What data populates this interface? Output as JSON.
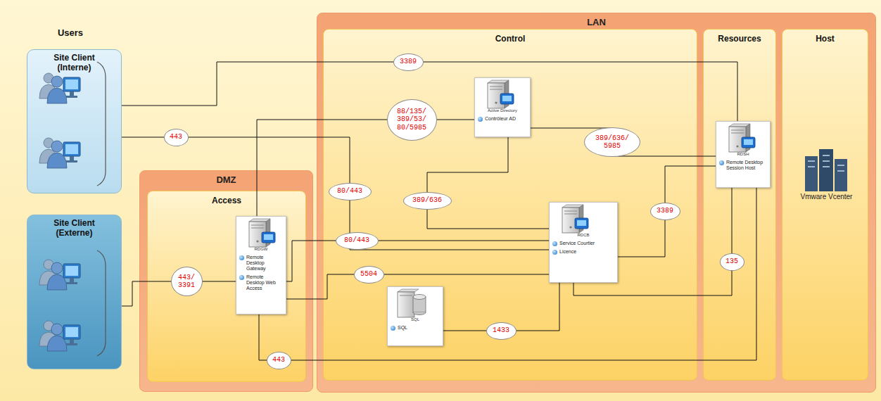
{
  "diagram": {
    "nodes": [
      {
        "text": [
          "Site Client (Interne)"
        ]
      },
      {
        "text": [
          "Site Client (Externe)"
        ]
      },
      {
        "text": [
          "DMZ"
        ]
      },
      {
        "text": [
          "Access"
        ],
        "in": 2
      },
      {
        "text": [
          "RDGW",
          "Remote Desktop Gateway",
          "Remote Desktop Web Access"
        ],
        "in": 3
      },
      {
        "text": [
          "LAN"
        ]
      },
      {
        "text": [
          "Control"
        ],
        "in": 5
      },
      {
        "text": [
          "Active Directory",
          "Contrôleur AD"
        ],
        "in": 6
      },
      {
        "text": [
          "RDCB",
          "Service Courtier",
          "Licence"
        ],
        "in": 6
      },
      {
        "text": [
          "SQL",
          "SQL"
        ],
        "in": 6
      },
      {
        "text": [
          "Resources"
        ],
        "in": 5
      },
      {
        "text": [
          "RDSH",
          "Remote Desktop Session Host"
        ],
        "in": 10
      },
      {
        "text": [
          "Host"
        ],
        "in": 5
      },
      {
        "text": [
          "Vmware Vcenter"
        ],
        "in": 12
      }
    ],
    "edges": [
      {
        "from": 0,
        "to": 11,
        "arrow": "none",
        "label": "3389"
      },
      {
        "from": 4,
        "to": 7,
        "arrow": "none",
        "label": "88/135/389/53/80/5985"
      },
      {
        "from": 0,
        "to": 8,
        "arrow": "none",
        "label": "443"
      },
      {
        "from": 4,
        "to": 8,
        "arrow": "none",
        "label": "80/443"
      },
      {
        "from": 4,
        "to": 8,
        "arrow": "none",
        "label": "5504"
      },
      {
        "from": 4,
        "to": 11,
        "arrow": "none",
        "label": "443"
      },
      {
        "from": 1,
        "to": 4,
        "arrow": "none",
        "label": "443/3391"
      },
      {
        "from": 7,
        "to": 11,
        "arrow": "none",
        "label": "389/636/5985"
      },
      {
        "from": 7,
        "to": 8,
        "arrow": "none",
        "label": "389/636"
      },
      {
        "from": 8,
        "to": 11,
        "arrow": "none",
        "label": "3389"
      },
      {
        "from": 8,
        "to": 11,
        "arrow": "none",
        "label": "135"
      },
      {
        "from": 9,
        "to": 8,
        "arrow": "none",
        "label": "1433"
      }
    ],
    "labels": [
      "Users",
      "80/443"
    ]
  }
}
